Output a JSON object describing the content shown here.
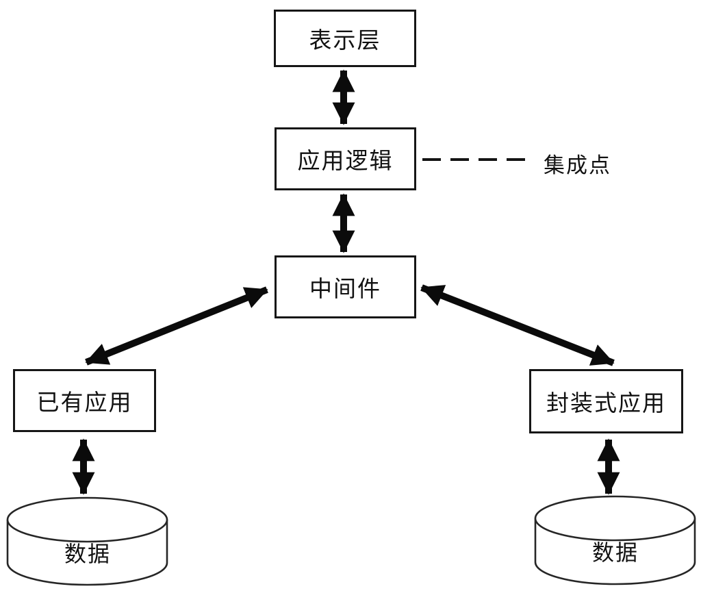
{
  "diagram": {
    "nodes": {
      "presentation": {
        "label": "表示层"
      },
      "application_logic": {
        "label": "应用逻辑"
      },
      "middleware": {
        "label": "中间件"
      },
      "existing_application": {
        "label": "已有应用"
      },
      "packaged_application": {
        "label": "封装式应用"
      },
      "data_store_left": {
        "label": "数据"
      },
      "data_store_right": {
        "label": "数据"
      }
    },
    "annotations": {
      "integration_point": {
        "label": "集成点"
      }
    },
    "edges": [
      {
        "from": "presentation",
        "to": "application_logic",
        "style": "double-arrow"
      },
      {
        "from": "application_logic",
        "to": "middleware",
        "style": "double-arrow"
      },
      {
        "from": "middleware",
        "to": "existing_application",
        "style": "double-arrow"
      },
      {
        "from": "middleware",
        "to": "packaged_application",
        "style": "double-arrow"
      },
      {
        "from": "existing_application",
        "to": "data_store_left",
        "style": "double-arrow"
      },
      {
        "from": "packaged_application",
        "to": "data_store_right",
        "style": "double-arrow"
      },
      {
        "from": "application_logic",
        "to": "integration_point",
        "style": "dashed"
      }
    ],
    "colors": {
      "line": "#101010",
      "cylinder_stroke": "#262626",
      "background": "#ffffff"
    }
  }
}
